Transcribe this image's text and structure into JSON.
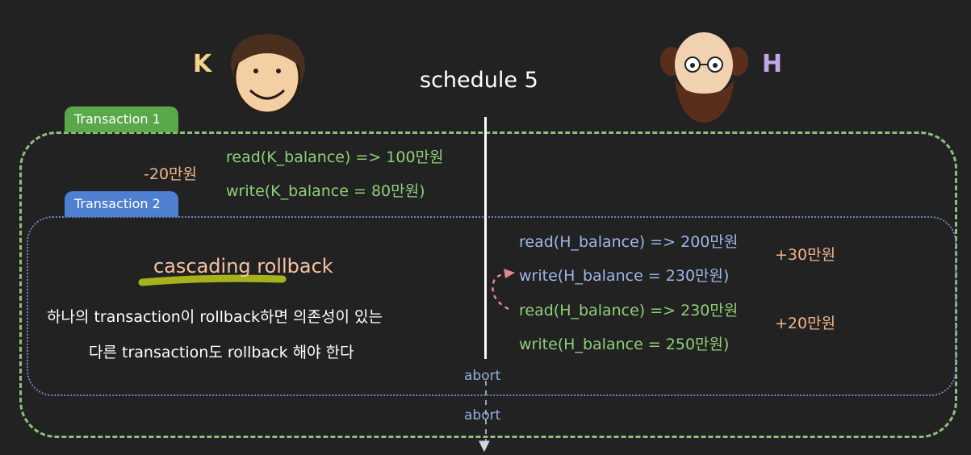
{
  "title": "schedule 5",
  "k_label": "K",
  "h_label": "H",
  "transaction1": "Transaction 1",
  "transaction2": "Transaction 2",
  "left": {
    "k_change": "-20만원",
    "read": "read(K_balance) => 100만원",
    "write": "write(K_balance = 80만원)"
  },
  "right": {
    "lines": [
      "read(H_balance) => 200만원",
      "write(H_balance = 230만원)",
      "read(H_balance) => 230만원",
      "write(H_balance = 250만원)"
    ],
    "plus30": "+30만원",
    "plus20": "+20만원"
  },
  "cascading": {
    "heading": "cascading rollback",
    "line1": "하나의 transaction이 rollback하면 의존성이 있는",
    "line2": "다른 transaction도 rollback 해야 한다"
  },
  "abort1": "abort",
  "abort2": "abort",
  "colors": {
    "background": "#222222",
    "transaction1": "#5aa84a",
    "transaction2": "#4f7fd1",
    "highlight": "#b4c21c"
  }
}
